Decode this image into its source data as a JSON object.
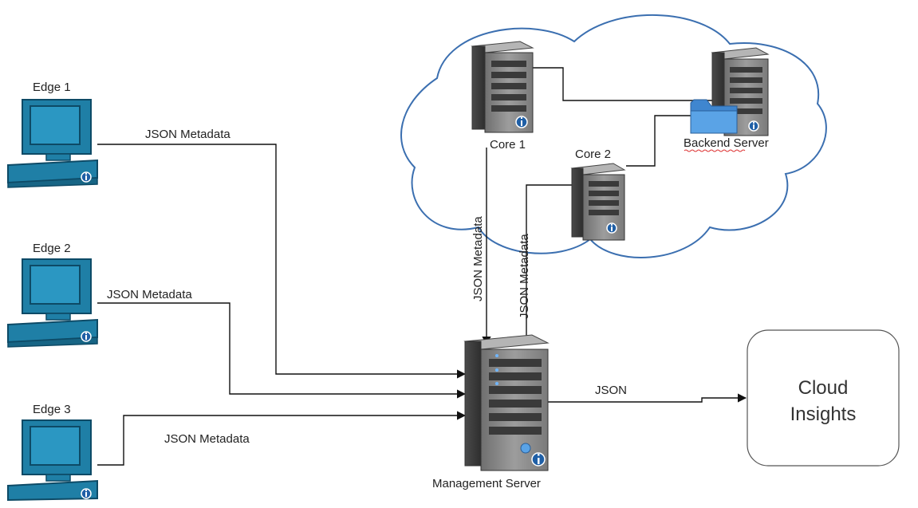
{
  "nodes": {
    "edge1": {
      "label": "Edge 1"
    },
    "edge2": {
      "label": "Edge 2"
    },
    "edge3": {
      "label": "Edge 3"
    },
    "core1": {
      "label": "Core 1"
    },
    "core2": {
      "label": "Core 2"
    },
    "backend": {
      "label": "Backend Server"
    },
    "management": {
      "label": "Management Server"
    },
    "cloud_insights": {
      "line1": "Cloud",
      "line2": "Insights"
    }
  },
  "edges": {
    "edge1_to_mgmt": {
      "label": "JSON Metadata"
    },
    "edge2_to_mgmt": {
      "label": "JSON Metadata"
    },
    "edge3_to_mgmt": {
      "label": "JSON Metadata"
    },
    "core1_to_mgmt": {
      "label": "JSON Metadata"
    },
    "core2_to_mgmt": {
      "label": "JSON Metadata"
    },
    "mgmt_to_cloud": {
      "label": "JSON"
    }
  },
  "icons": {
    "edge_node": "desktop-computer-icon",
    "server_node": "tower-server-icon",
    "folder": "folder-icon",
    "info": "info-badge-icon"
  },
  "colors": {
    "computer_blue": "#1f7fa6",
    "server_gray": "#8c8c8c",
    "cloud_outline": "#3b6fb0",
    "folder_blue": "#5aa3e6",
    "info_blue": "#1f5fa6"
  }
}
